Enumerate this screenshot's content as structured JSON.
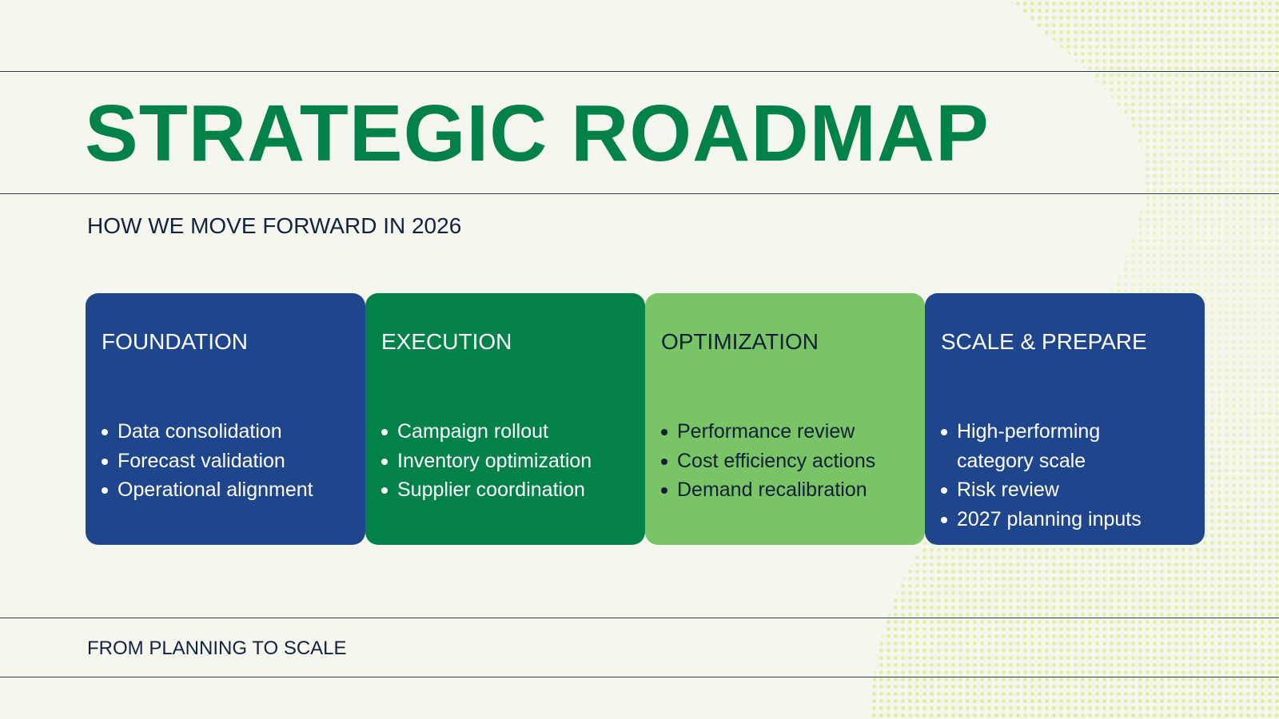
{
  "slide": {
    "title": "STRATEGIC ROADMAP",
    "subtitle": "HOW WE MOVE FORWARD IN 2026",
    "footer": "FROM PLANNING TO SCALE"
  },
  "colors": {
    "background": "#f5f6ee",
    "title_green": "#028148",
    "blue_card": "#1f468c",
    "green_card": "#028148",
    "light_green_card": "#78c466",
    "dot_pattern": "#dcef9a",
    "rule_line": "#2d3a4a"
  },
  "phases": [
    {
      "title": "FOUNDATION",
      "items": [
        "Data consolidation",
        "Forecast validation",
        "Operational alignment"
      ]
    },
    {
      "title": "EXECUTION",
      "items": [
        "Campaign rollout",
        "Inventory optimization",
        "Supplier coordination"
      ]
    },
    {
      "title": "OPTIMIZATION",
      "items": [
        "Performance review",
        "Cost efficiency actions",
        "Demand recalibration"
      ]
    },
    {
      "title": "SCALE & PREPARE",
      "items": [
        "High-performing category scale",
        "Risk review",
        "2027 planning inputs"
      ]
    }
  ]
}
